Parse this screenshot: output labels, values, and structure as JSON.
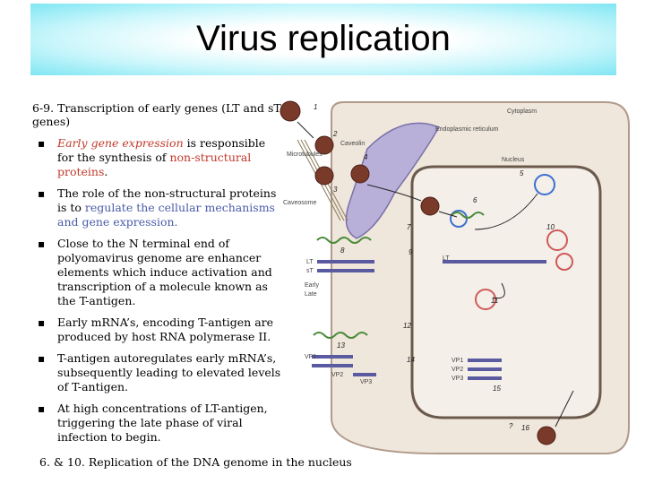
{
  "title": "Virus replication",
  "subtitle": "6-9. Transcription of early genes (LT and sT genes)",
  "bullets": [
    {
      "parts": [
        {
          "text": "Early gene expression",
          "style": "red-italic"
        },
        {
          "text": " is responsible for the synthesis of "
        },
        {
          "text": "non-structural proteins",
          "style": "red"
        },
        {
          "text": "."
        }
      ]
    },
    {
      "parts": [
        {
          "text": "The role of the non-structural proteins is to "
        },
        {
          "text": "regulate the cellular mechanisms and gene expression.",
          "style": "blue"
        }
      ]
    },
    {
      "parts": [
        {
          "text": "Close to the N terminal end of polyomavirus genome are enhancer elements which induce activation and transcription of a molecule known as the T-antigen."
        }
      ]
    },
    {
      "parts": [
        {
          "text": "Early mRNA’s, encoding T-antigen are produced by host RNA polymerase II."
        }
      ]
    },
    {
      "parts": [
        {
          "text": "T-antigen autoregulates early mRNA’s, subsequently leading to elevated levels of T-antigen."
        }
      ]
    },
    {
      "parts": [
        {
          "text": "At high concentrations of LT-antigen, triggering the late phase of viral infection to begin."
        }
      ]
    }
  ],
  "footer": "6. & 10. Replication of the DNA genome in the nucleus",
  "colors": {
    "title_band": "#7fe6f3",
    "highlight_red": "#c0392b",
    "highlight_blue": "#4a5ba8",
    "cell_fill": "#efe6dc",
    "nucleus_fill": "#f4efe9",
    "er_fill": "#b8b0d8",
    "virion": "#7a3a2a"
  },
  "diagram": {
    "labels": {
      "caveolin": "Caveolin",
      "cytoplasm": "Cytoplasm",
      "er": "Endoplasmic\nreticulum",
      "microtubules": "Microtubules",
      "nucleus": "Nucleus",
      "caveosome": "Caveosome",
      "lt": "LT",
      "st": "sT",
      "early": "Early",
      "late": "Late",
      "lt_nuc": "LT",
      "vp1": "VP1",
      "vp2": "VP2",
      "vp3": "VP3",
      "vp1_nuc": "VP1",
      "vp2_nuc": "VP2",
      "vp3_nuc": "VP3"
    },
    "steps": [
      "1",
      "2",
      "3",
      "4",
      "5",
      "6",
      "7",
      "8",
      "9",
      "10",
      "11",
      "12",
      "13",
      "14",
      "15",
      "16",
      "?"
    ]
  }
}
